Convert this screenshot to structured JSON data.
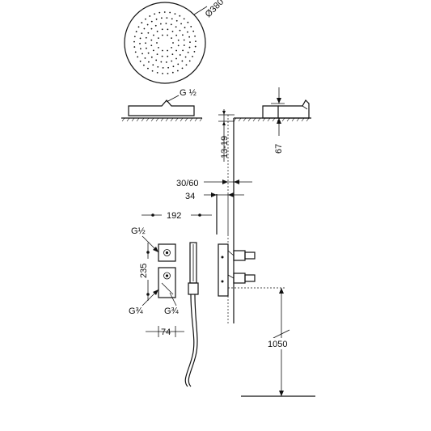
{
  "labels": {
    "diameter": "Ø380",
    "g_half_top": "G ½",
    "dim_13_19": "13-19",
    "dim_67": "67",
    "dim_30_60": "30/60",
    "dim_34": "34",
    "dim_192": "192",
    "g_half_left": "G½",
    "dim_235": "235",
    "g_three_quarter_left": "G¾",
    "g_three_quarter_right": "G¾",
    "dim_74": "74",
    "dim_1050": "1050"
  },
  "colors": {
    "line": "#111111",
    "background": "#ffffff"
  }
}
